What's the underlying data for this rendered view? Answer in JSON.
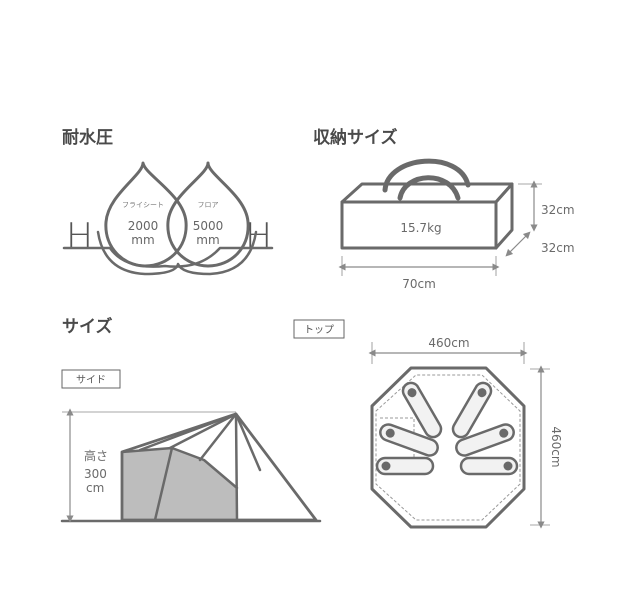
{
  "water": {
    "heading": "耐水圧",
    "left_h": "H",
    "right_h": "H",
    "flysheet_label": "フライシート",
    "flysheet_value": "2000",
    "flysheet_unit": "mm",
    "floor_label": "フロア",
    "floor_value": "5000",
    "floor_unit": "mm"
  },
  "storage": {
    "heading": "収納サイズ",
    "weight": "15.7kg",
    "height": "32cm",
    "depth": "32cm",
    "width": "70cm"
  },
  "size": {
    "heading": "サイズ",
    "side_tag": "サイド",
    "top_tag": "トップ",
    "height_label": "高さ",
    "height_value": "300",
    "height_unit": "cm",
    "top_width": "460cm",
    "top_depth": "460cm"
  },
  "colors": {
    "line": "#6a6a6a",
    "panel_fill": "#bdbdbd",
    "bag_fill": "#f2f2f2"
  },
  "icons": [
    "water-drop-icon",
    "storage-bag-icon",
    "tent-side-icon",
    "tent-top-icon",
    "sleeping-bag-icon"
  ]
}
